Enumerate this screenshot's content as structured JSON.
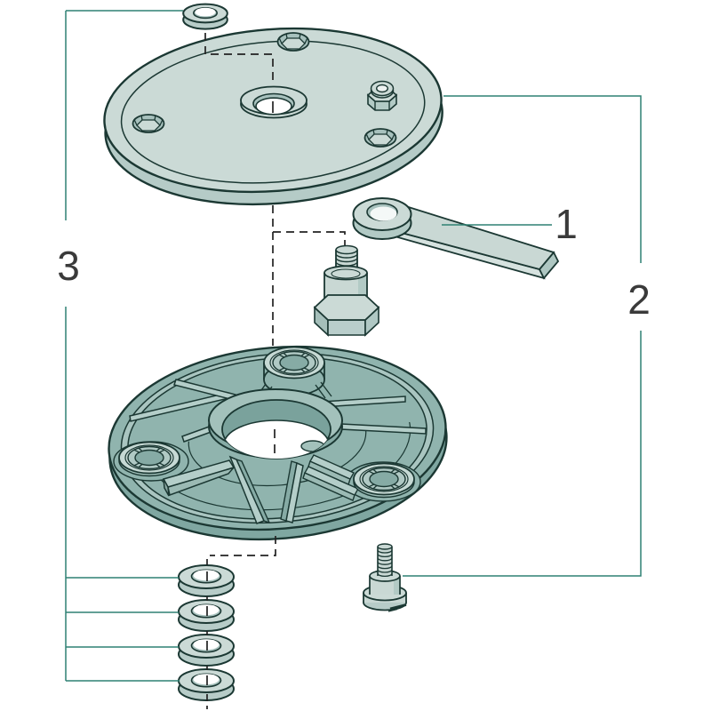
{
  "diagram": {
    "type": "exploded-assembly-technical-drawing",
    "callouts": [
      {
        "label": "1"
      },
      {
        "label": "2"
      },
      {
        "label": "3"
      }
    ],
    "colors": {
      "background": "#ffffff",
      "outline": "#1b3833",
      "part_light": "#cbdad6",
      "part_medium": "#b2cac5",
      "part_shadow": "#a5bfba",
      "base_plate": "#90b4ae",
      "base_plate_side": "#7fa7a1",
      "callout_line": "#2f8173",
      "label_text": "#3a3a3a",
      "centerline": "#222222"
    }
  }
}
